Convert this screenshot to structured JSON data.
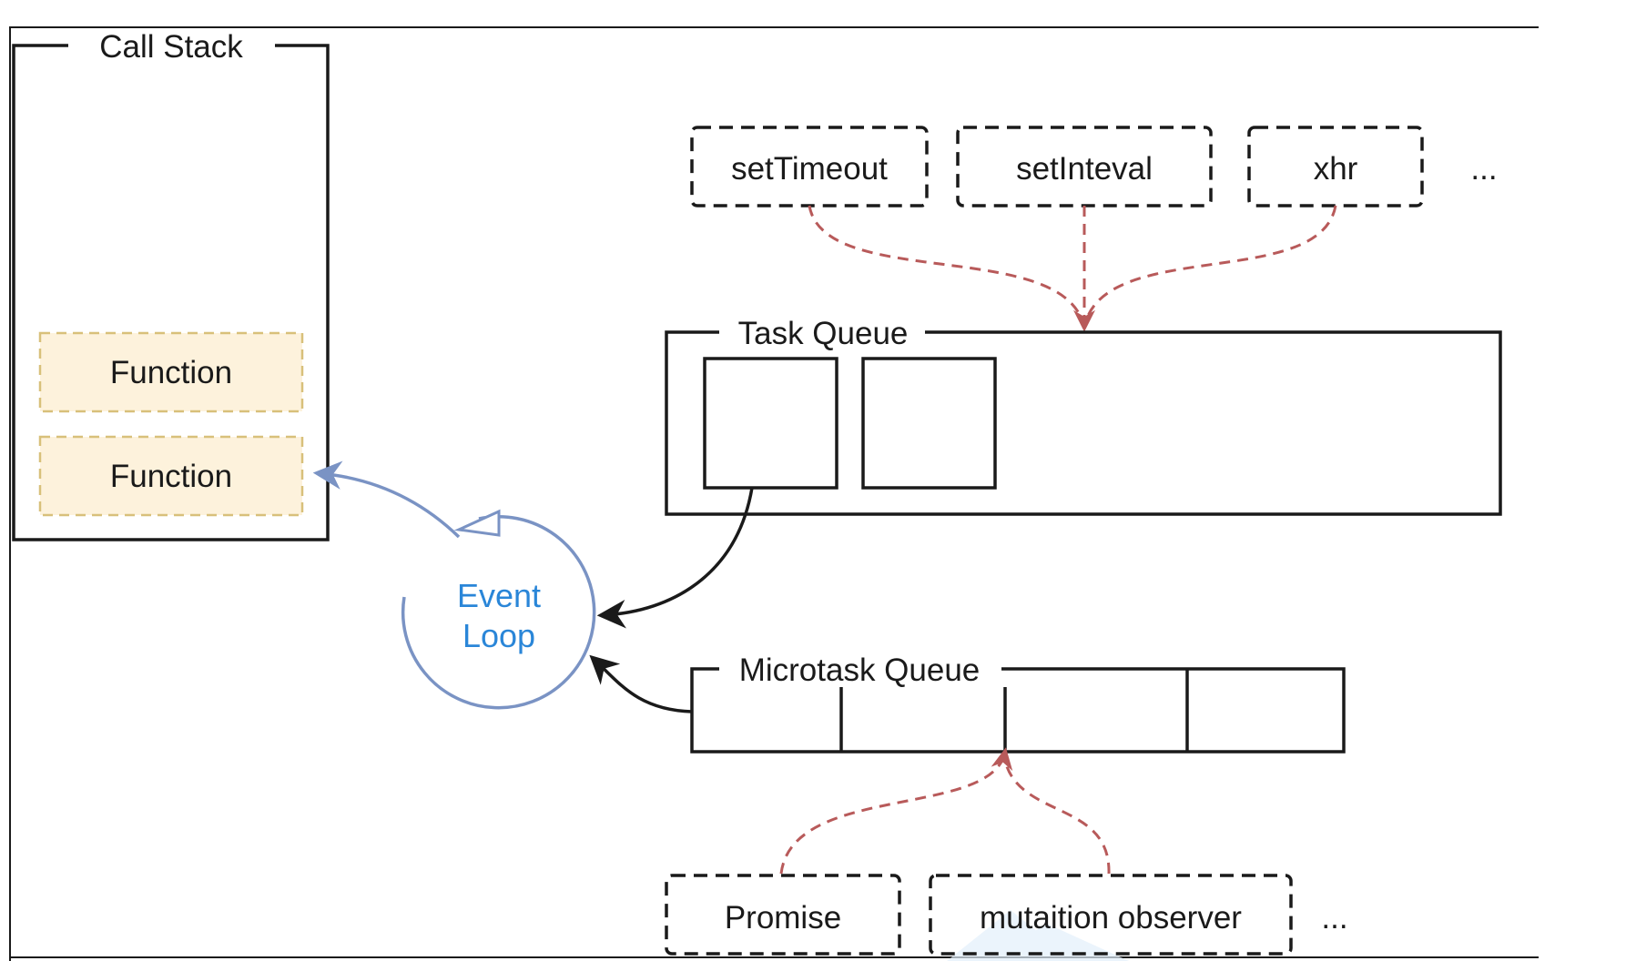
{
  "call_stack": {
    "title": "Call Stack",
    "frames": [
      "Function",
      "Function"
    ]
  },
  "event_loop": {
    "line1": "Event",
    "line2": "Loop"
  },
  "task_sources": [
    "setTimeout",
    "setInteval",
    "xhr"
  ],
  "task_sources_more": "...",
  "task_queue": {
    "title": "Task Queue"
  },
  "microtask_queue": {
    "title": "Microtask Queue"
  },
  "microtask_sources": [
    "Promise",
    "mutaition observer"
  ],
  "microtask_sources_more": "...",
  "colors": {
    "stroke": "#1a1a1a",
    "function_fill": "#fdf2dc",
    "function_border": "#d8c07a",
    "event_loop": "#7a93c4",
    "event_loop_text": "#2a86d8",
    "dashed_arrow": "#b85a5a",
    "watermark": "#e3f0fb"
  }
}
